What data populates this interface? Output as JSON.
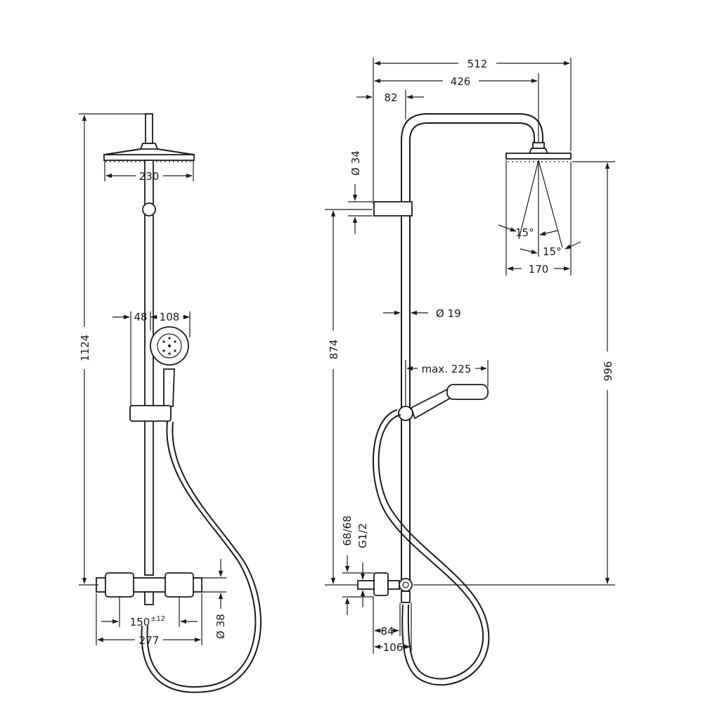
{
  "front_view": {
    "dims": {
      "total_height": "1124",
      "head_diameter": "230",
      "handshower_offset": "48",
      "handshower_diameter": "108",
      "centers": "150",
      "centers_tolerance": "±12",
      "thermostat_width": "277",
      "thermostat_depth": "Ø 38"
    }
  },
  "side_view": {
    "dims": {
      "arm_projection": "512",
      "arm_to_head_center": "426",
      "wall_to_riser": "82",
      "bracket_diameter": "Ø 34",
      "bracket_height": "874",
      "riser_diameter": "Ø 19",
      "handshower_reach": "max. 225",
      "head_height": "996",
      "connection_spacing": "68/68",
      "thread": "G1/2",
      "wall_to_valve": "84",
      "wall_to_riser_bottom": "106",
      "spray_angle_left": "15°",
      "spray_angle_right": "15°",
      "spray_width": "170"
    }
  }
}
